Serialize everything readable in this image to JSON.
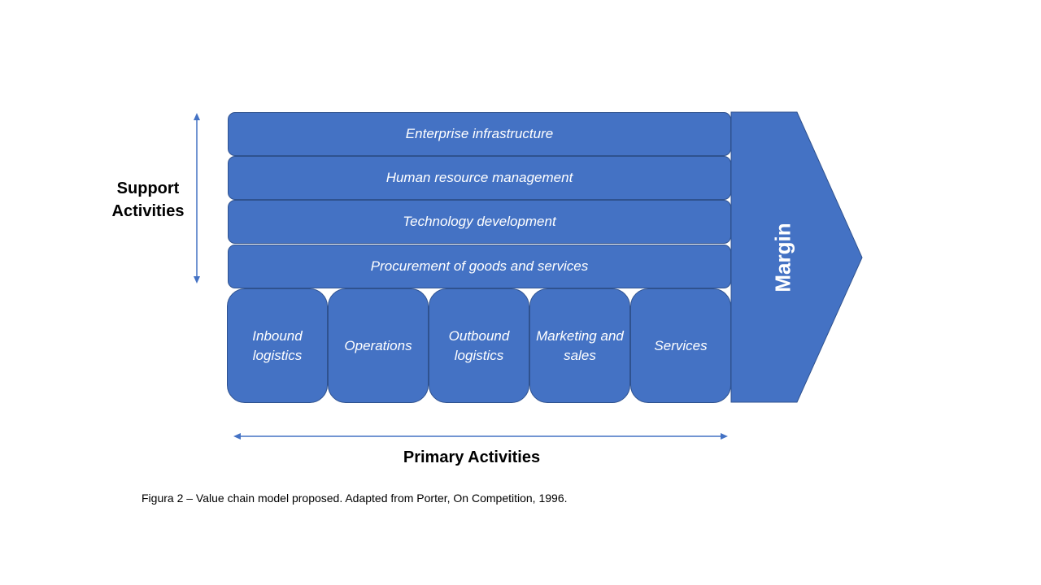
{
  "support_activities": {
    "label": "Support Activities",
    "items": [
      "Enterprise infrastructure",
      "Human resource management",
      "Technology development",
      "Procurement of goods and services"
    ]
  },
  "primary_activities": {
    "label": "Primary Activities",
    "items": [
      "Inbound logistics",
      "Operations",
      "Outbound logistics",
      "Marketing and sales",
      "Services"
    ]
  },
  "margin": {
    "label": "Margin"
  },
  "caption": "Figura 2 – Value chain model proposed. Adapted from Porter, On Competition, 1996.",
  "colors": {
    "fill": "#4472c4",
    "border": "#2f528f",
    "arrow": "#4472c4"
  }
}
